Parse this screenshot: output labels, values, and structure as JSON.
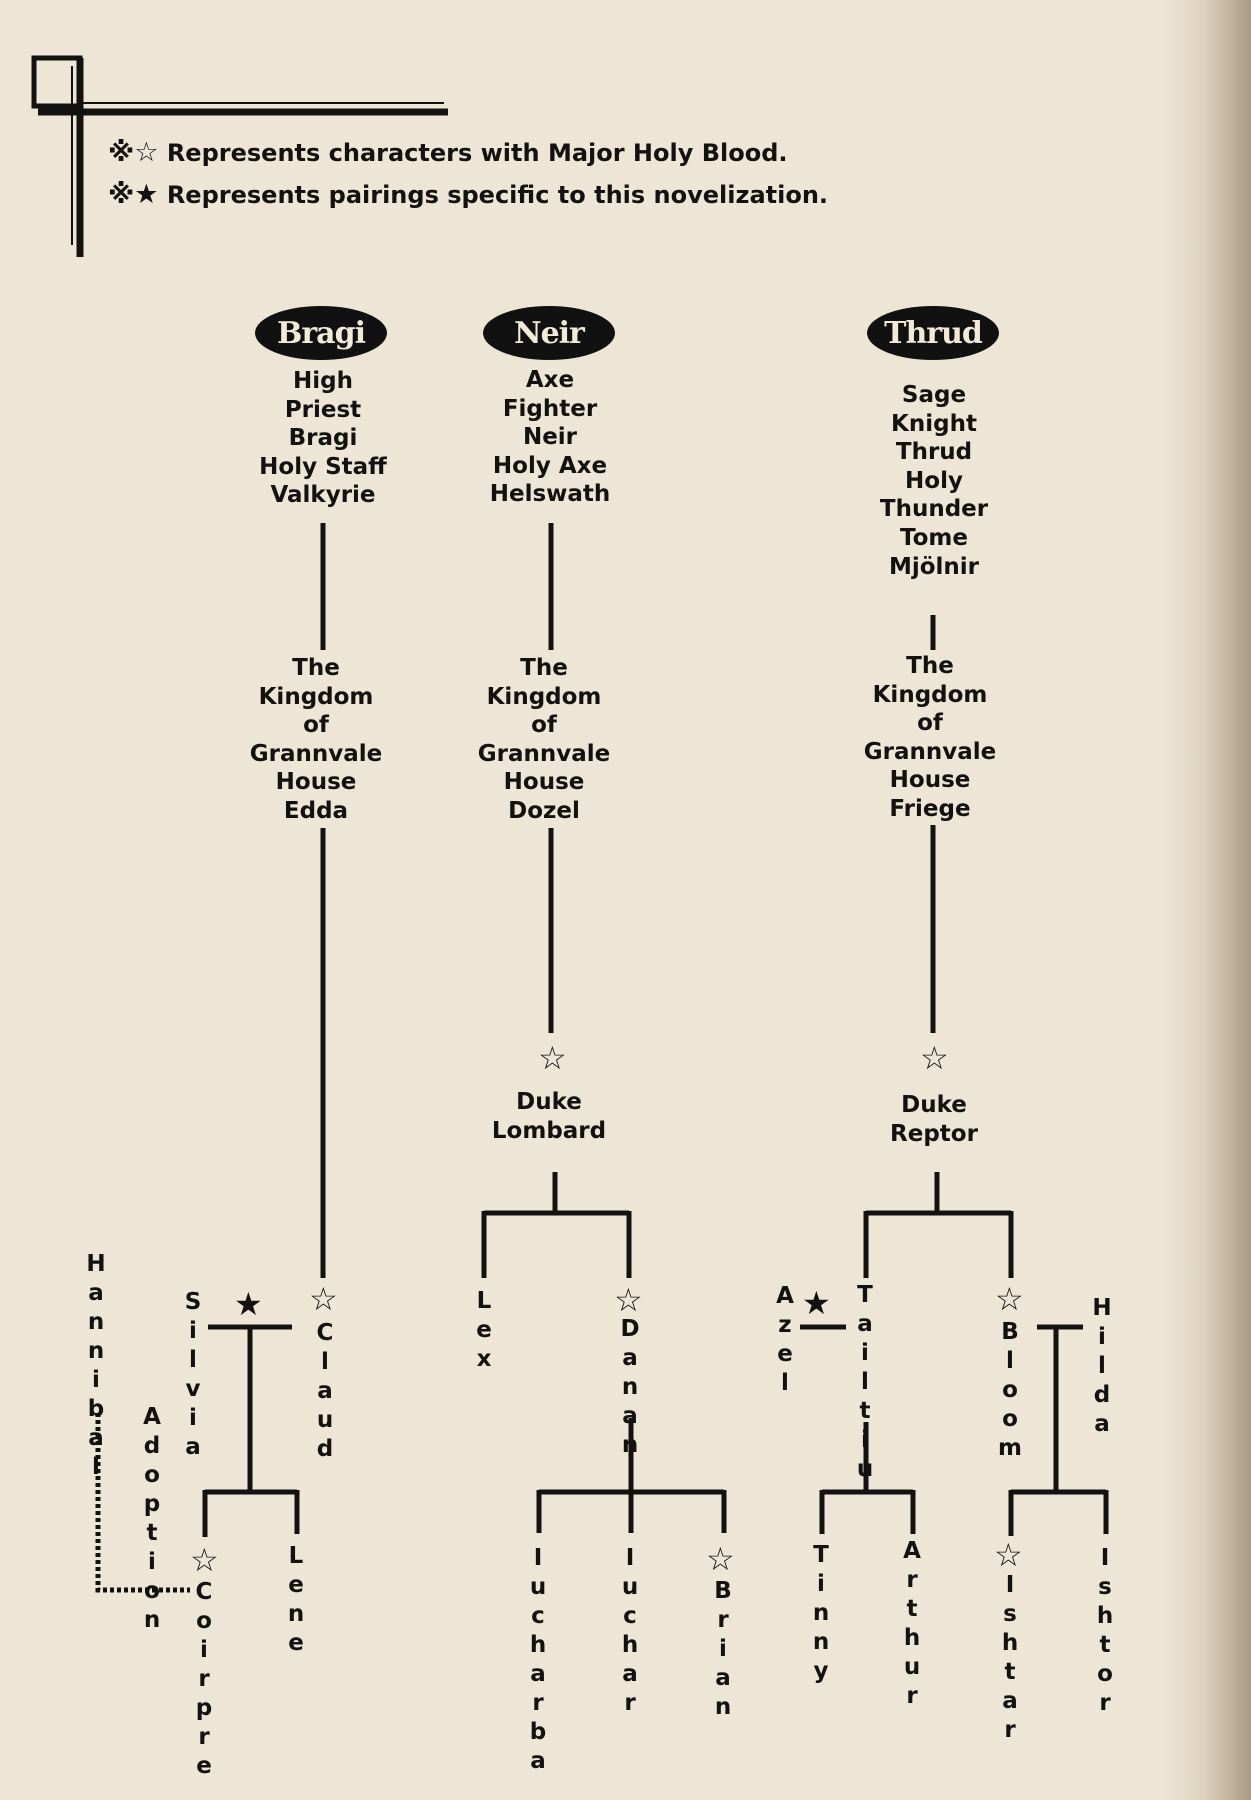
{
  "legend": {
    "open_star_symbol": "※☆",
    "open_star_text": "Represents characters with Major Holy Blood.",
    "filled_star_symbol": "※★",
    "filled_star_text": "Represents pairings specific to this novelization."
  },
  "crusaders": {
    "bragi": {
      "emblem": "Bragi",
      "title": "High\nPriest\nBragi\nHoly Staff\nValkyrie",
      "house": "The\nKingdom\nof\nGrannvale\nHouse\nEdda"
    },
    "neir": {
      "emblem": "Neir",
      "title": "Axe\nFighter\nNeir\nHoly Axe\nHelswath",
      "house": "The\nKingdom\nof\nGrannvale\nHouse\nDozel"
    },
    "thrud": {
      "emblem": "Thrud",
      "title": "Sage\nKnight\nThrud\nHoly\nThunder\nTome\nMjölnir",
      "house": "The\nKingdom\nof\nGrannvale\nHouse\nFriege"
    }
  },
  "people": {
    "lombard": "Duke\nLombard",
    "reptor": "Duke\nReptor",
    "hannibal": "Hannibal",
    "adoption": "Adoption",
    "silvia": "Silvia",
    "claud": "Claud",
    "coirpre": "Coirpre",
    "lene": "Lene",
    "lex": "Lex",
    "danan": "Danan",
    "iucharba": "Iucharba",
    "iuchar": "Iuchar",
    "brian": "Brian",
    "azel": "Azel",
    "tailtiu": "Tailtiu",
    "bloom": "Bloom",
    "hilda": "Hilda",
    "tinny": "Tinny",
    "arthur": "Arthur",
    "ishtar": "Ishtar",
    "ishtor": "Ishtor"
  },
  "marks": {
    "open_star": "☆",
    "filled_star": "★"
  },
  "colors": {
    "paper": "#ede6d6",
    "ink": "#141210"
  }
}
